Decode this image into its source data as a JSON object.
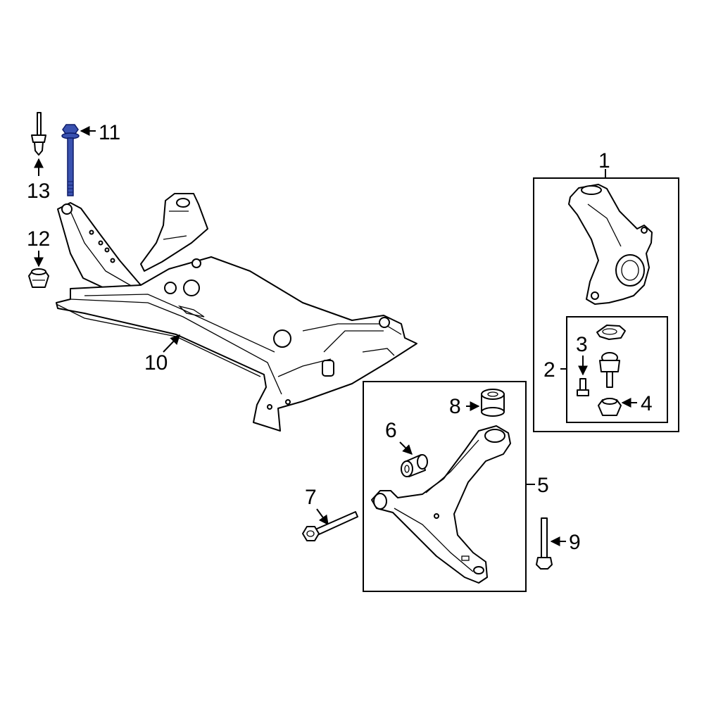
{
  "diagram": {
    "highlight_color": "#3a52b0",
    "callouts": {
      "c1": "1",
      "c2": "2",
      "c3": "3",
      "c4": "4",
      "c5": "5",
      "c6": "6",
      "c7": "7",
      "c8": "8",
      "c9": "9",
      "c10": "10",
      "c11": "11",
      "c12": "12",
      "c13": "13"
    },
    "highlighted_part": "11"
  }
}
